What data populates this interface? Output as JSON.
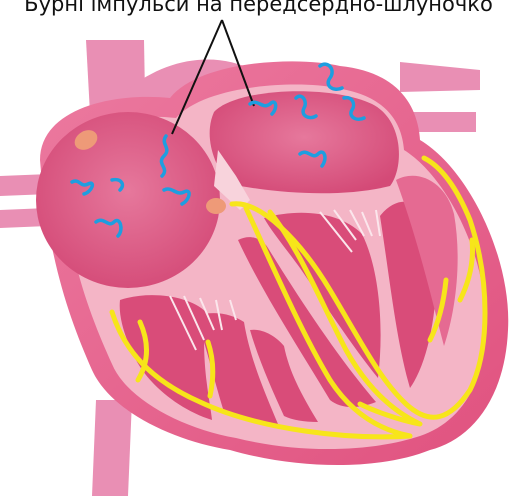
{
  "caption": {
    "text": "Бурні імпульси на передсердно-шлуночко"
  },
  "colors": {
    "vessel": "#e98fb4",
    "heart_wall": "#e45d87",
    "heart_inner": "#f4b5c6",
    "chamber": "#d94c79",
    "impulse_squiggle": "#1e9ee0",
    "conduction_path": "#f7e51a",
    "node": "#ee9a78",
    "pointer_line": "#111111"
  },
  "icons": [
    "heart-cross-section-illustration",
    "impulse-squiggle-icon",
    "conduction-fiber-path",
    "sinoatrial-node-marker",
    "av-node-marker"
  ]
}
